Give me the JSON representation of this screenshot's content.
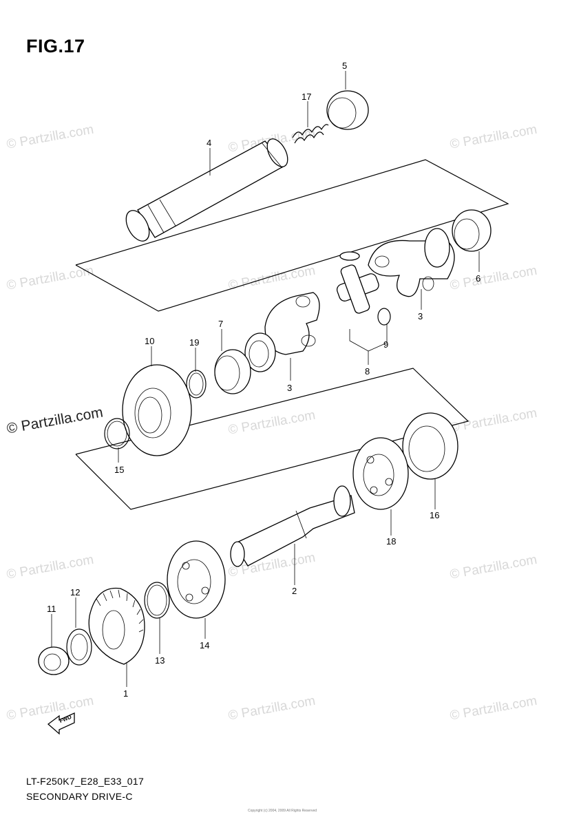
{
  "figure": {
    "title": "FIG.17",
    "model_code": "LT-F250K7_E28_E33_017",
    "caption": "SECONDARY DRIVE-C",
    "fwd_label": "FWD",
    "copyright_small": "Copyright (c) 2004, 2009 All Rights Reserved"
  },
  "watermarks": [
    "© Partzilla.com",
    "© Partzilla.com",
    "© Partzilla.com",
    "© Partzilla.com",
    "© Partzilla.com",
    "© Partzilla.com",
    "© Partzilla.com",
    "© Partzilla.com",
    "© Partzilla.com",
    "© Partzilla.com",
    "© Partzilla.com",
    "© Partzilla.com",
    "© Partzilla.com",
    "© Partzilla.com",
    "© Partzilla.com"
  ],
  "callouts": [
    "5",
    "17",
    "4",
    "6",
    "3",
    "10",
    "19",
    "7",
    "9",
    "8",
    "3",
    "15",
    "16",
    "18",
    "2",
    "12",
    "11",
    "14",
    "13",
    "1"
  ]
}
